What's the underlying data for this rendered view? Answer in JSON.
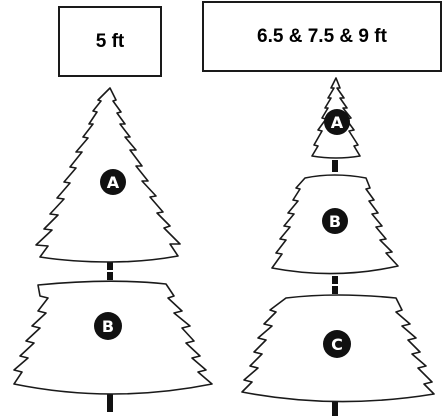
{
  "labels": {
    "left": "5 ft",
    "right": "6.5 & 7.5 & 9 ft"
  },
  "sections": {
    "left_top": "A",
    "left_bottom": "B",
    "right_top": "A",
    "right_middle": "B",
    "right_bottom": "C"
  },
  "colors": {
    "outline": "#1a1a1a",
    "badge": "#111111",
    "badge_text": "#ffffff",
    "fill": "#ffffff"
  }
}
